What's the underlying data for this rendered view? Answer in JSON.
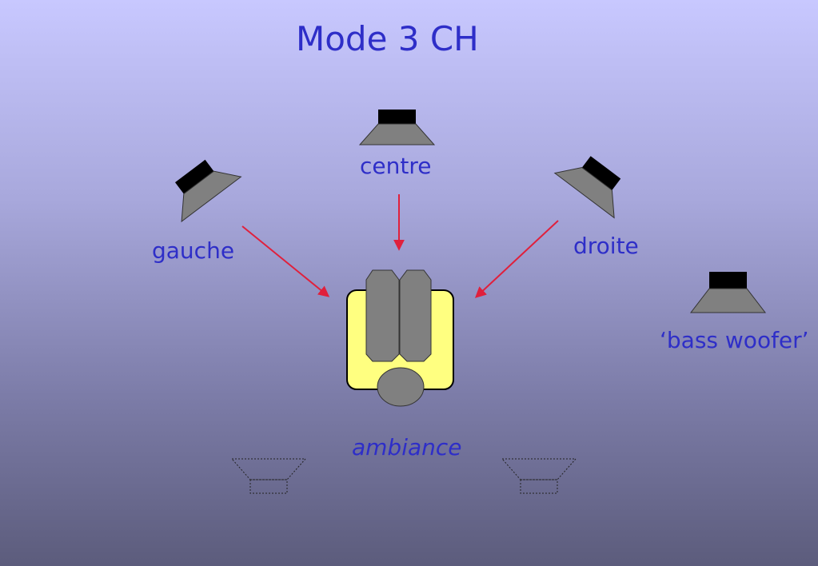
{
  "title": "Mode 3 CH",
  "speakers": {
    "centre": "centre",
    "gauche": "gauche",
    "droite": "droite",
    "bass_woofer": "‘bass woofer’",
    "ambiance": "ambiance"
  },
  "colors": {
    "text": "#2e2ec8",
    "arrow": "#e0203c",
    "speaker_body": "#808080",
    "speaker_magnet": "#000000",
    "seat": "#ffff80"
  }
}
